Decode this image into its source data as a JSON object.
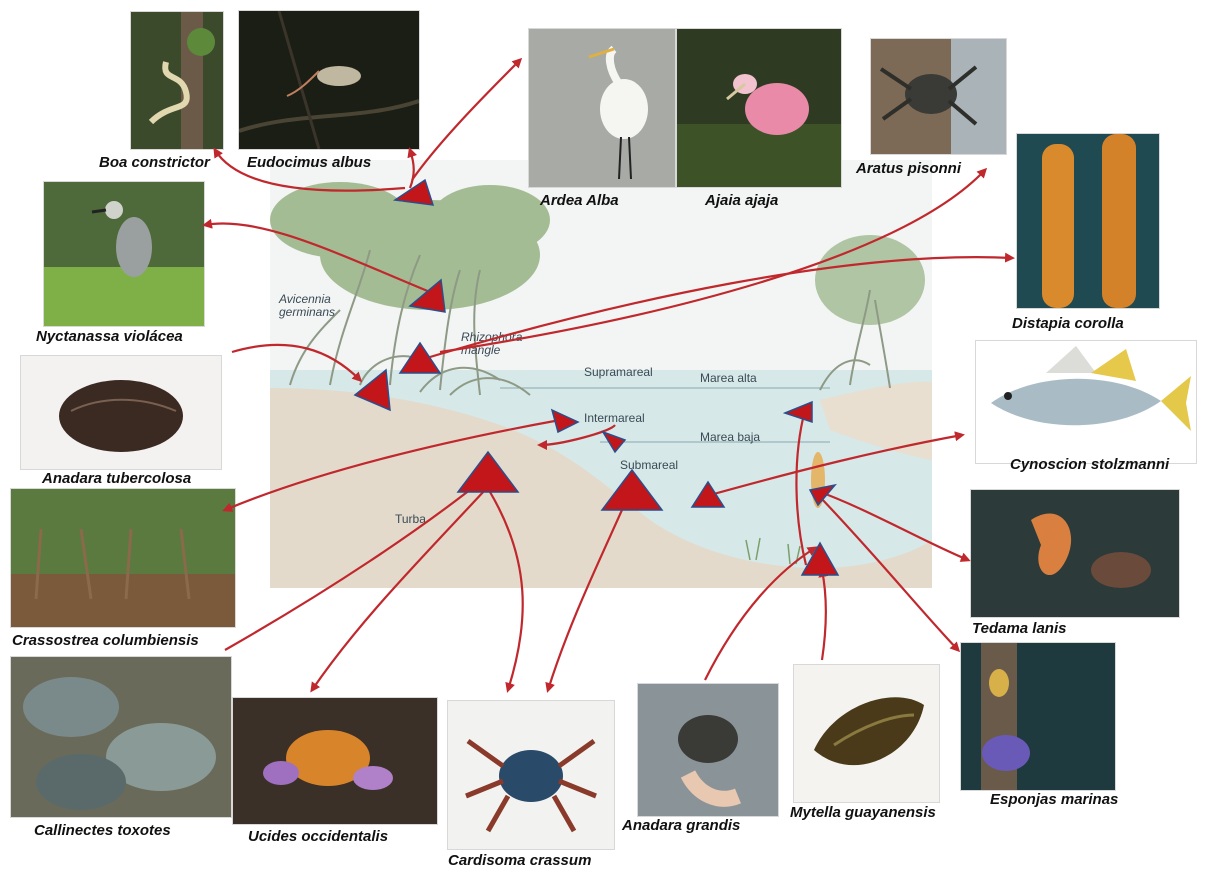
{
  "diagram": {
    "zones": {
      "supramareal": "Supramareal",
      "intermareal": "Intermareal",
      "submareal": "Submareal",
      "marea_alta": "Marea alta",
      "marea_baja": "Marea baja",
      "turba": "Turba",
      "avicennia_line1": "Avicennia",
      "avicennia_line2": "germinans",
      "rhizophora_line1": "Rhizophora",
      "rhizophora_line2": "mangle"
    },
    "colors": {
      "arrow": "#c0282d",
      "marker_fill": "#c3161b",
      "marker_stroke": "#2b4e8c",
      "water": "#cfe4e6",
      "sediment": "#e2d9cb",
      "mangrove": "#8ba77a"
    }
  },
  "species": {
    "boa": "Boa constrictor",
    "eudocimus": "Eudocimus albus",
    "ardea": "Ardea Alba",
    "ajaia": "Ajaia ajaja",
    "aratus": "Aratus pisonni",
    "distapia": "Distapia corolla",
    "nyctanassa": "Nyctanassa violácea",
    "anadara_tub": "Anadara tubercolosa",
    "cynoscion": "Cynoscion stolzmanni",
    "crassostrea": "Crassostrea columbiensis",
    "tedama": "Tedama lanis",
    "callinectes": "Callinectes toxotes",
    "ucides": "Ucides occidentalis",
    "cardisoma": "Cardisoma crassum",
    "anadara_gra": "Anadara grandis",
    "mytella": "Mytella guayanensis",
    "esponjas": "Esponjas marinas"
  }
}
